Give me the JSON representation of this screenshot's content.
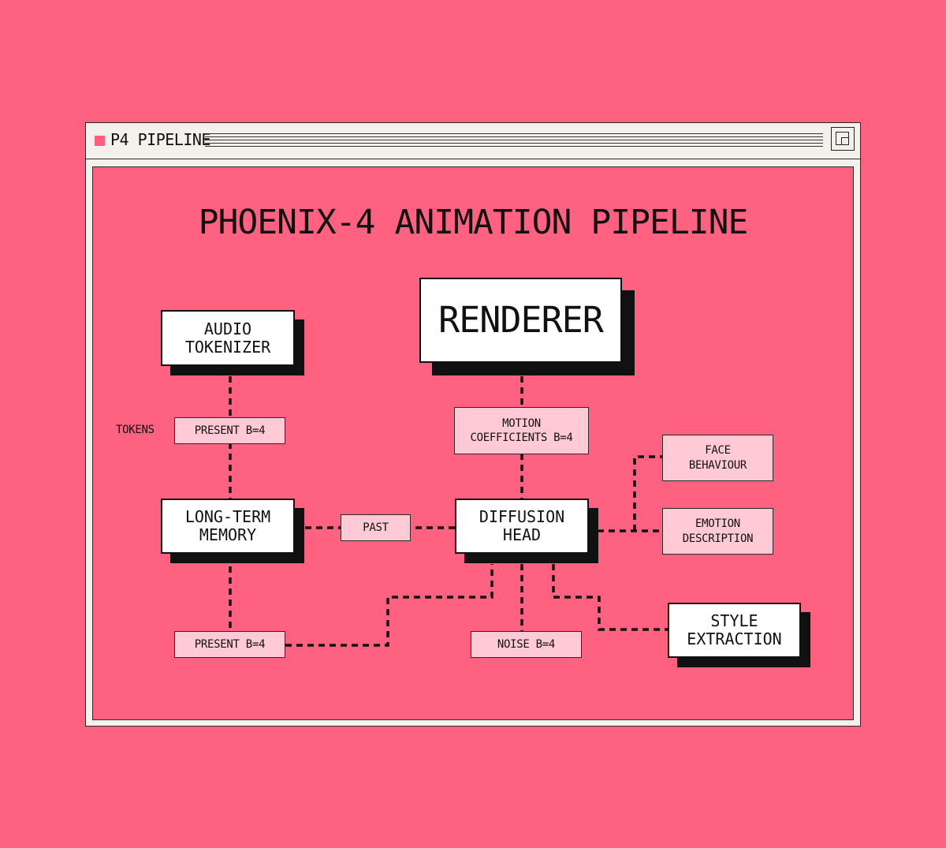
{
  "window": {
    "title": "P4 PIPELINE"
  },
  "diagram": {
    "title": "PHOENIX-4 ANIMATION PIPELINE",
    "nodes": {
      "renderer": "RENDERER",
      "audio_tokenizer": "AUDIO\nTOKENIZER",
      "long_term_memory": "LONG-TERM\nMEMORY",
      "diffusion_head": "DIFFUSION\nHEAD",
      "style_extraction": "STYLE\nEXTRACTION"
    },
    "tags": {
      "present_top": "PRESENT B=4",
      "present_bottom": "PRESENT B=4",
      "motion_coefficients": "MOTION\nCOEFFICIENTS B=4",
      "past": "PAST",
      "face_behaviour": "FACE\nBEHAVIOUR",
      "emotion_description": "EMOTION\nDESCRIPTION",
      "noise": "NOISE B=4"
    },
    "labels": {
      "tokens": "TOKENS"
    }
  },
  "colors": {
    "background": "#ff6281",
    "tag_fill": "#ffc9d5",
    "node_fill": "#ffffff",
    "window_fill": "#f4f1ec"
  }
}
